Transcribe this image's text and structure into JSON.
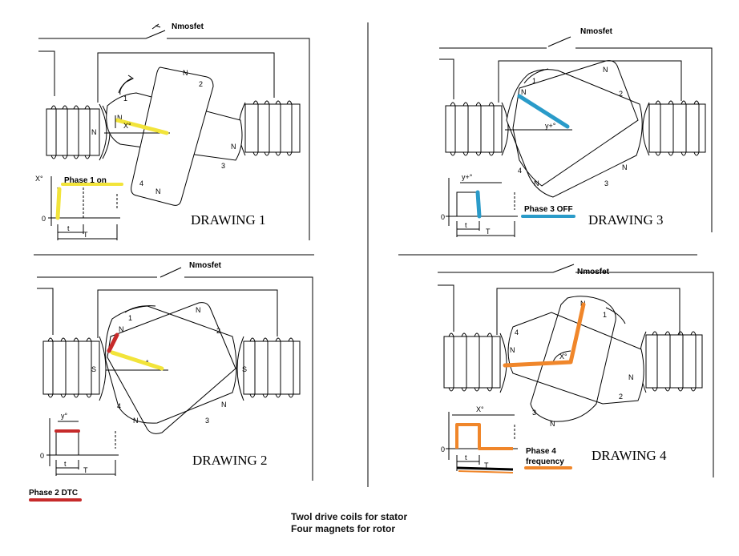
{
  "switch_label": "Nmosfet",
  "drawings": [
    {
      "title": "DRAWING 1",
      "pole_numbers": [
        "1",
        "2",
        "3",
        "4"
      ],
      "pole_letter": "N",
      "stator_left": "N",
      "stator_right": "N",
      "angle_label": "X°",
      "graph_angle_label": "X°",
      "graph_zero": "0",
      "graph_t": "t",
      "graph_T": "T",
      "phase_label": "Phase 1 on",
      "highlight_color": "#f2e43a"
    },
    {
      "title": "DRAWING 2",
      "pole_numbers": [
        "1",
        "2",
        "3",
        "4"
      ],
      "pole_letter": "N",
      "stator_left": "S",
      "stator_right": "S",
      "angle_label": "°",
      "graph_angle_label": "y°",
      "graph_zero": "0",
      "graph_t": "t",
      "graph_T": "T",
      "phase_label": "Phase 2 DTC",
      "highlight_color": "#c62a2a",
      "secondary_color": "#f2e43a"
    },
    {
      "title": "DRAWING 3",
      "pole_numbers": [
        "1",
        "2",
        "3",
        "4"
      ],
      "pole_letter": "N",
      "stator_left": "",
      "stator_right": "",
      "angle_label": "y+°",
      "graph_angle_label": "y+°",
      "graph_zero": "0",
      "graph_t": "t",
      "graph_T": "T",
      "phase_label": "Phase 3 OFF",
      "highlight_color": "#2a9bc9"
    },
    {
      "title": "DRAWING 4",
      "pole_numbers": [
        "1",
        "2",
        "3",
        "4"
      ],
      "pole_letter": "N",
      "stator_left": "",
      "stator_right": "",
      "angle_label": "X°",
      "graph_angle_label": "X°",
      "graph_zero": "0",
      "graph_t": "t",
      "graph_T": "T",
      "phase_label_line1": "Phase 4",
      "phase_label_line2": "frequency",
      "highlight_color": "#f0862a"
    }
  ],
  "caption": {
    "line1": "Twol drive coils for stator",
    "line2": "Four magnets for rotor"
  }
}
